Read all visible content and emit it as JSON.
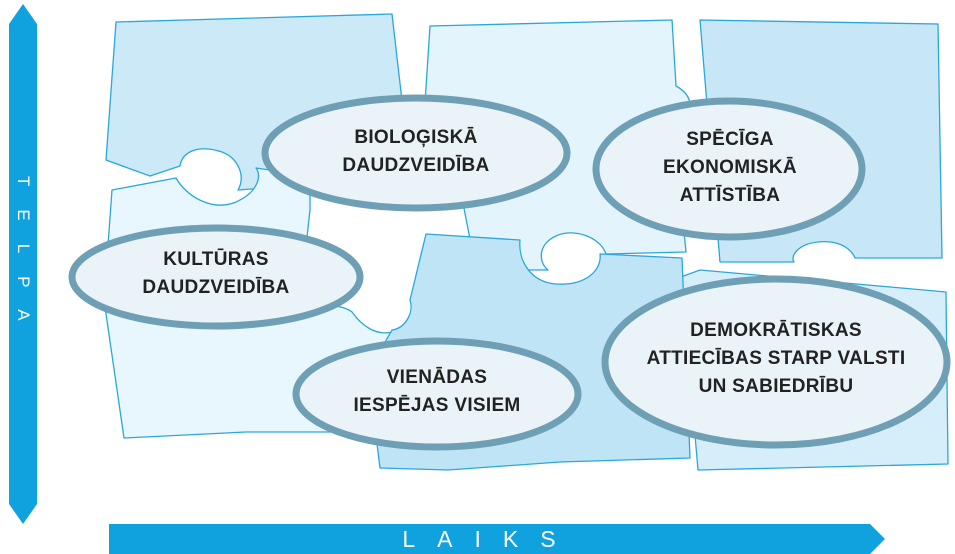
{
  "axes": {
    "vertical_label": "TELPA",
    "horizontal_label": "LAIKS"
  },
  "pieces": [
    {
      "id": "biological",
      "label_lines": [
        "BIOLOĢISKĀ",
        "DAUDZVEIDĪBA"
      ]
    },
    {
      "id": "economic",
      "label_lines": [
        "SPĒCĪGA",
        "EKONOMISKĀ",
        "ATTĪSTĪBA"
      ]
    },
    {
      "id": "cultural",
      "label_lines": [
        "KULTŪRAS",
        "DAUDZVEIDĪBA"
      ]
    },
    {
      "id": "equal",
      "label_lines": [
        "VIENĀDAS",
        "IESPĒJAS VISIEM"
      ]
    },
    {
      "id": "democratic",
      "label_lines": [
        "DEMOKRĀTISKAS",
        "ATTIECĪBAS STARP VALSTI",
        "UN SABIEDRĪBU"
      ]
    }
  ],
  "colors": {
    "axis": "#0fa2de",
    "piece_dark": "#c8e7f6",
    "piece_mid": "#dcf0fa",
    "piece_light": "#ecf7fd",
    "outline": "#2aa7dd",
    "oval_fill": "#eaf3f8",
    "oval_stroke": "#6e9fb5"
  }
}
